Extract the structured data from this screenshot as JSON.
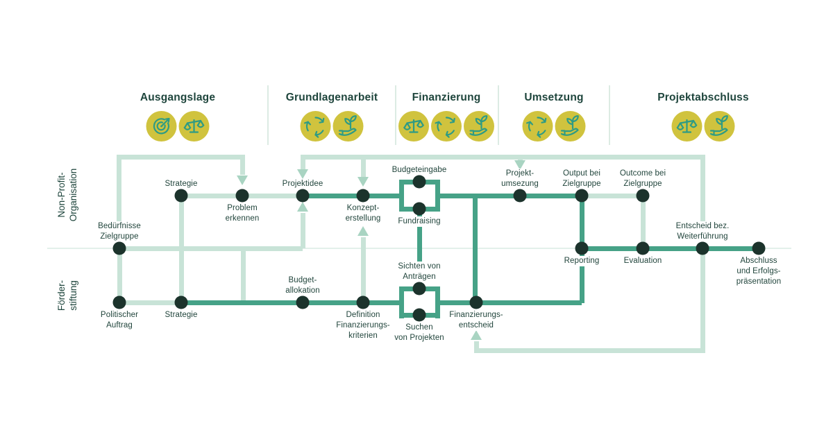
{
  "colors": {
    "node": "#1c332c",
    "line_strong": "#46a287",
    "line_weak": "#c8e3d7",
    "arrowhead": "#a9d4c2",
    "lane_divider": "#e3f0ea",
    "phase_separator": "#dcebe3",
    "text": "#20443b",
    "icon_background": "#d0c33e",
    "icon_glyph": "#2e9b85"
  },
  "header": {
    "phases": [
      {
        "label": "Ausgangslage",
        "icons": [
          "target-icon",
          "scales-icon"
        ]
      },
      {
        "label": "Grundlagenarbeit",
        "icons": [
          "cycle-icon",
          "hand-plant-icon"
        ]
      },
      {
        "label": "Finanzierung",
        "icons": [
          "scales-icon",
          "cycle-icon",
          "hand-plant-icon"
        ]
      },
      {
        "label": "Umsetzung",
        "icons": [
          "cycle-icon",
          "hand-plant-icon"
        ]
      },
      {
        "label": "Projektabschluss",
        "icons": [
          "scales-icon",
          "hand-plant-icon"
        ]
      }
    ]
  },
  "lanes": [
    {
      "label": "Non-Profit-\nOrganisation"
    },
    {
      "label": "Förder-\nstiftung"
    }
  ],
  "nodes": [
    {
      "id": "beduerfnisse-zielgruppe",
      "label": "Bedürfnisse\nZielgruppe"
    },
    {
      "id": "politischer-auftrag",
      "label": "Politischer\nAuftrag"
    },
    {
      "id": "strategie-npo",
      "label": "Strategie"
    },
    {
      "id": "problem-erkennen",
      "label": "Problem\nerkennen"
    },
    {
      "id": "projektidee",
      "label": "Projektidee"
    },
    {
      "id": "konzepterstellung",
      "label": "Konzept-\nerstellung"
    },
    {
      "id": "budgeteingabe",
      "label": "Budgeteingabe"
    },
    {
      "id": "fundraising",
      "label": "Fundraising"
    },
    {
      "id": "strategie-stiftung",
      "label": "Strategie"
    },
    {
      "id": "budgetallokation",
      "label": "Budget-\nallokation"
    },
    {
      "id": "definition-kriterien",
      "label": "Definition\nFinanzierungs-\nkriterien"
    },
    {
      "id": "sichten-antraege",
      "label": "Sichten von\nAnträgen"
    },
    {
      "id": "suchen-projekte",
      "label": "Suchen\nvon Projekten"
    },
    {
      "id": "finanzierungsentscheid",
      "label": "Finanzierungs-\nentscheid"
    },
    {
      "id": "projektumsetzung",
      "label": "Projekt-\numsezung"
    },
    {
      "id": "output-zielgruppe",
      "label": "Output bei\nZielgruppe"
    },
    {
      "id": "outcome-zielgruppe",
      "label": "Outcome bei\nZielgruppe"
    },
    {
      "id": "reporting",
      "label": "Reporting"
    },
    {
      "id": "evaluation",
      "label": "Evaluation"
    },
    {
      "id": "entscheid-weiterfuehrung",
      "label": "Entscheid bez.\nWeiterführung"
    },
    {
      "id": "abschluss-praesentation",
      "label": "Abschluss\nund Erfolgs-\npräsentation"
    }
  ],
  "links": [
    {
      "from": "beduerfnisse-zielgruppe",
      "to": "problem-erkennen",
      "style": "weak",
      "arrow": true
    },
    {
      "from": "beduerfnisse-zielgruppe",
      "to": "projektidee",
      "style": "weak",
      "arrow": true
    },
    {
      "from": "beduerfnisse-zielgruppe",
      "to": "politischer-auftrag",
      "style": "weak",
      "arrow": false
    },
    {
      "from": "politischer-auftrag",
      "to": "strategie-stiftung",
      "style": "weak",
      "arrow": false
    },
    {
      "from": "strategie-npo",
      "to": "strategie-stiftung",
      "style": "weak",
      "arrow": false
    },
    {
      "from": "strategie-npo",
      "to": "problem-erkennen",
      "style": "weak",
      "arrow": false
    },
    {
      "from": "problem-erkennen",
      "to": "projektidee",
      "style": "weak",
      "arrow": false
    },
    {
      "from": "strategie-stiftung",
      "to": "budgetallokation",
      "style": "strong",
      "arrow": false
    },
    {
      "from": "budgetallokation",
      "to": "definition-kriterien",
      "style": "strong",
      "arrow": false
    },
    {
      "from": "definition-kriterien",
      "to": "konzepterstellung",
      "style": "weak",
      "arrow": true
    },
    {
      "from": "projektidee",
      "to": "konzepterstellung",
      "style": "strong",
      "arrow": false
    },
    {
      "from": "konzepterstellung",
      "to": "budgeteingabe",
      "style": "strong",
      "arrow": false
    },
    {
      "from": "konzepterstellung",
      "to": "fundraising",
      "style": "strong",
      "arrow": false
    },
    {
      "from": "fundraising",
      "to": "sichten-antraege",
      "style": "strong",
      "arrow": false
    },
    {
      "from": "definition-kriterien",
      "to": "sichten-antraege",
      "style": "strong",
      "arrow": false
    },
    {
      "from": "definition-kriterien",
      "to": "suchen-projekte",
      "style": "strong",
      "arrow": false
    },
    {
      "from": "sichten-antraege",
      "to": "finanzierungsentscheid",
      "style": "strong",
      "arrow": false
    },
    {
      "from": "suchen-projekte",
      "to": "finanzierungsentscheid",
      "style": "strong",
      "arrow": false
    },
    {
      "from": "finanzierungsentscheid",
      "to": "projektumsetzung",
      "style": "strong",
      "arrow": false
    },
    {
      "from": "projektumsetzung",
      "to": "output-zielgruppe",
      "style": "strong",
      "arrow": false
    },
    {
      "from": "output-zielgruppe",
      "to": "outcome-zielgruppe",
      "style": "weak",
      "arrow": false
    },
    {
      "from": "output-zielgruppe",
      "to": "reporting",
      "style": "strong",
      "arrow": false
    },
    {
      "from": "outcome-zielgruppe",
      "to": "evaluation",
      "style": "weak",
      "arrow": false
    },
    {
      "from": "finanzierungsentscheid",
      "to": "reporting",
      "style": "strong",
      "arrow": false
    },
    {
      "from": "reporting",
      "to": "evaluation",
      "style": "strong",
      "arrow": false
    },
    {
      "from": "evaluation",
      "to": "entscheid-weiterfuehrung",
      "style": "strong",
      "arrow": false
    },
    {
      "from": "entscheid-weiterfuehrung",
      "to": "abschluss-praesentation",
      "style": "strong",
      "arrow": false
    },
    {
      "from": "entscheid-weiterfuehrung",
      "to": "projektidee",
      "style": "weak",
      "arrow": true
    },
    {
      "from": "entscheid-weiterfuehrung",
      "to": "konzepterstellung",
      "style": "weak",
      "arrow": true
    },
    {
      "from": "entscheid-weiterfuehrung",
      "to": "projektumsetzung",
      "style": "weak",
      "arrow": true
    },
    {
      "from": "entscheid-weiterfuehrung",
      "to": "finanzierungsentscheid",
      "style": "weak",
      "arrow": true
    }
  ]
}
